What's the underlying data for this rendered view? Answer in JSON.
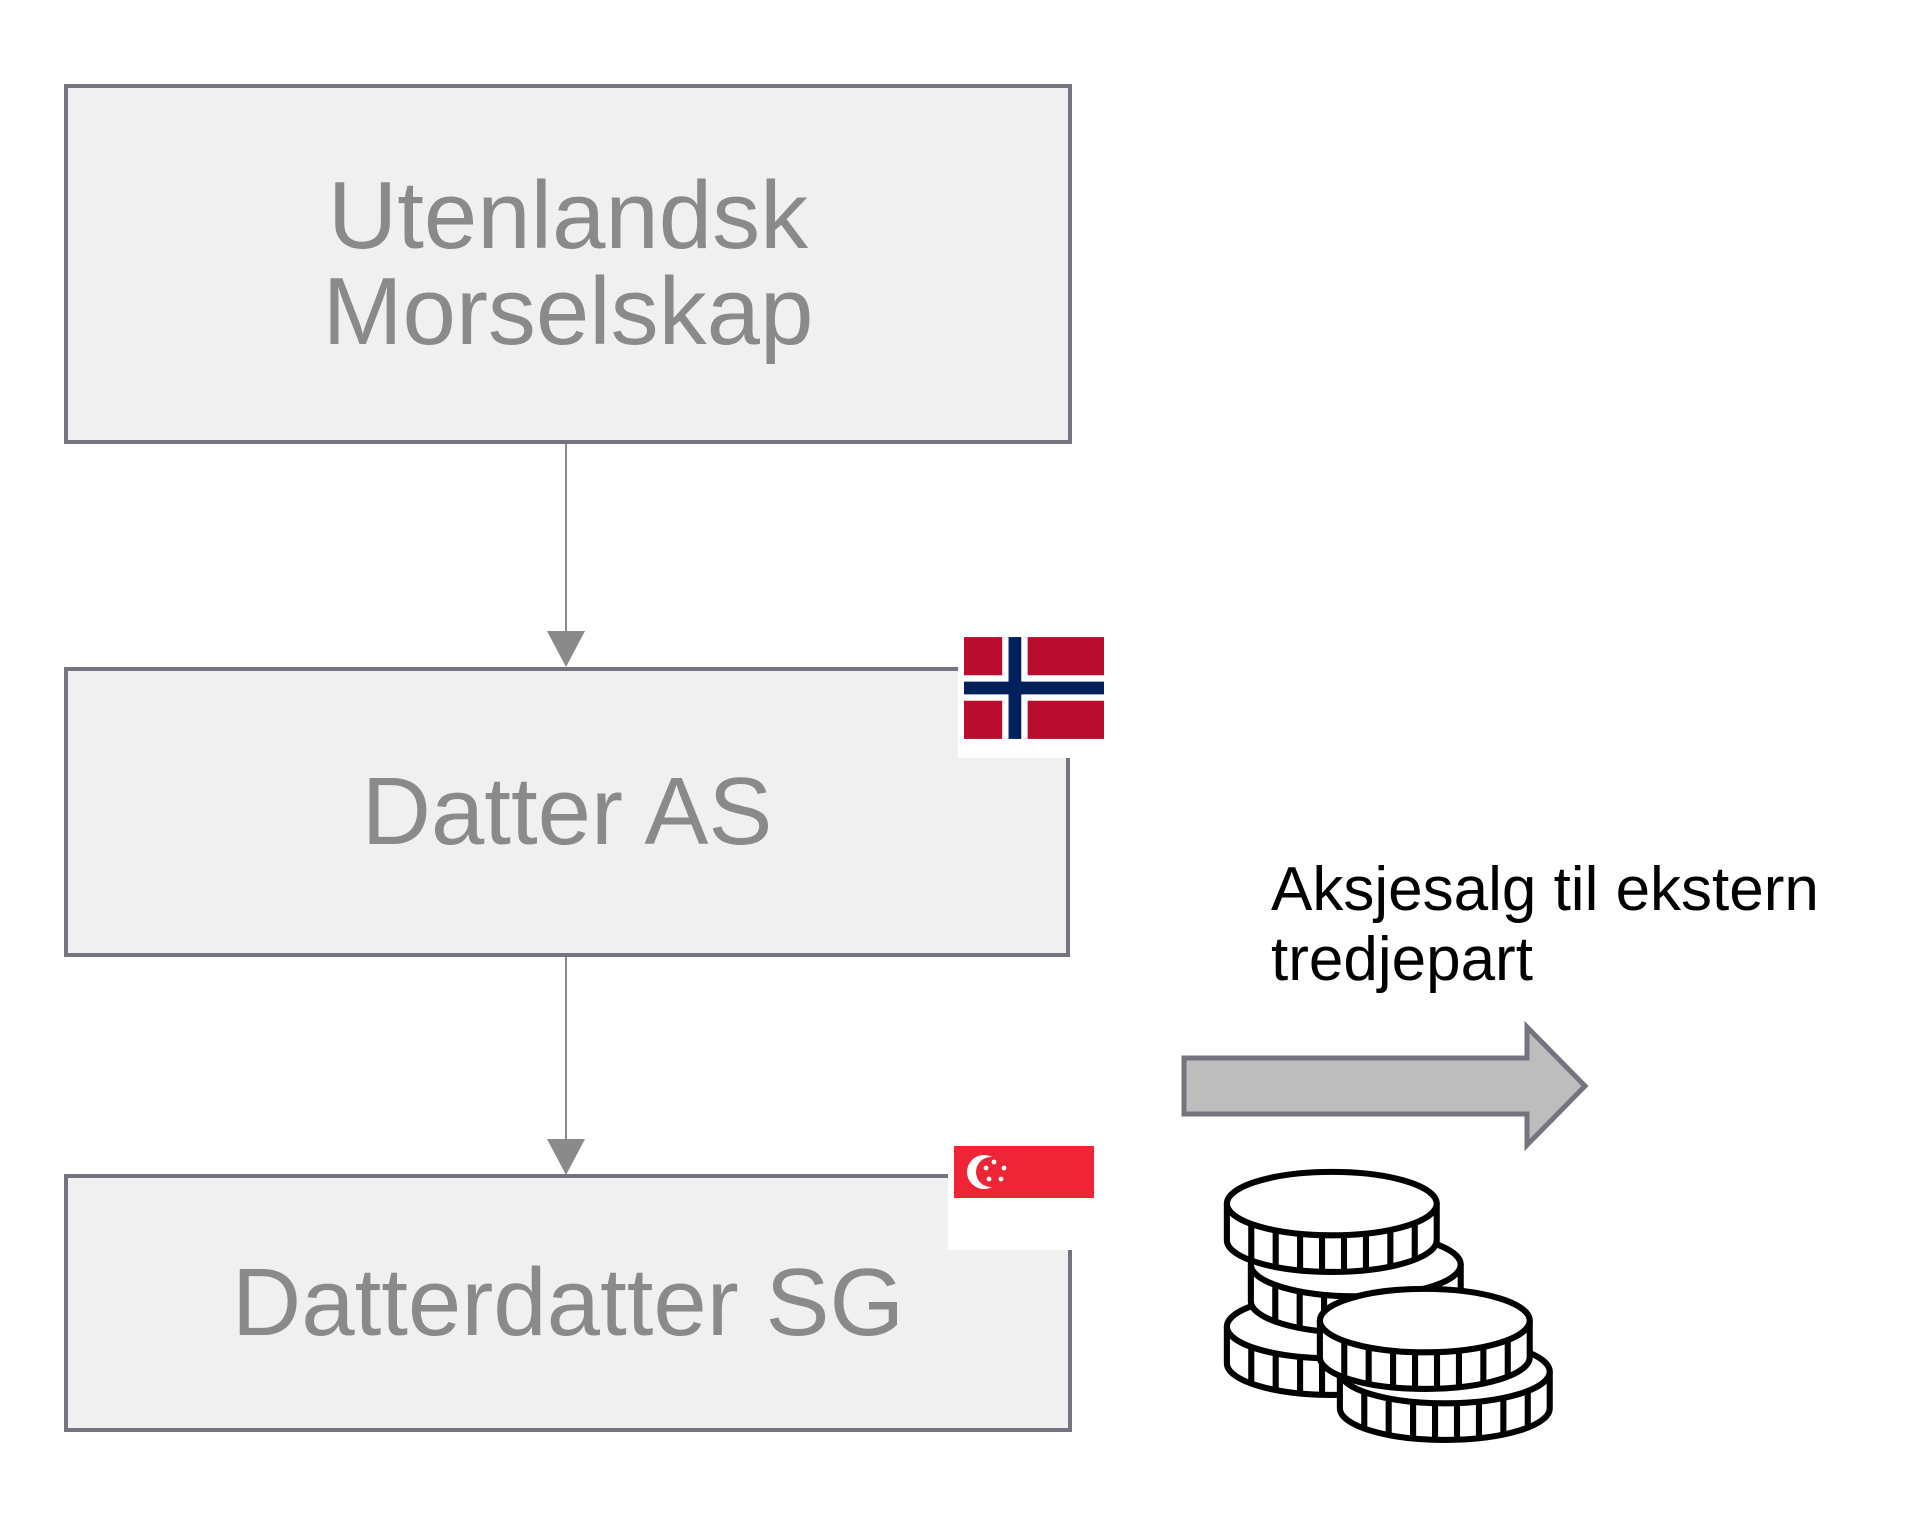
{
  "boxes": {
    "parent": {
      "line1": "Utenlandsk",
      "line2": "Morselskap"
    },
    "daughter": {
      "label": "Datter AS",
      "flag": "norway-flag"
    },
    "granddaughter": {
      "label": "Datterdatter SG",
      "flag": "singapore-flag"
    }
  },
  "sale": {
    "line1": "Aksjesalg til ekstern",
    "line2": "tredjepart",
    "icon": "coins-icon"
  },
  "colors": {
    "box_fill": "#f0f0f0",
    "box_border": "#75737e",
    "box_text": "#8a8a8a",
    "arrow_fill": "#bdbdbd",
    "norway_red": "#ba0c2f",
    "norway_blue": "#00205b",
    "singapore_red": "#ee2536"
  }
}
